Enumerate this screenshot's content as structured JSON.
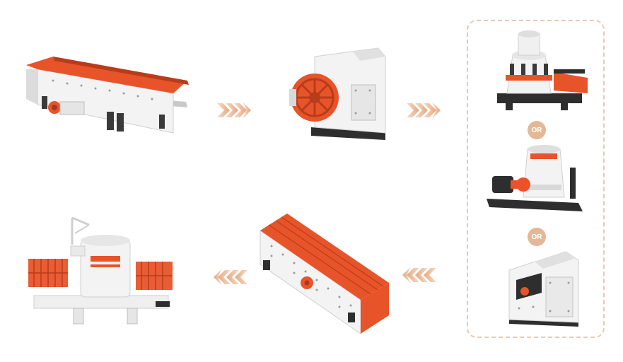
{
  "diagram": {
    "option_separator_1": "OR",
    "option_separator_2": "OR",
    "colors": {
      "accent": "#e8542a",
      "arrow": "#e6a67e",
      "dashed_border": "#e9c9b4",
      "badge": "#e4b896",
      "machine_body": "#f2f2f2",
      "machine_dark": "#2e2e2e"
    },
    "machines": [
      {
        "icon": "vibrating-feeder-icon"
      },
      {
        "icon": "jaw-crusher-icon"
      },
      {
        "icon": "cone-crusher-icon"
      },
      {
        "icon": "single-cylinder-cone-crusher-icon"
      },
      {
        "icon": "impact-crusher-icon"
      },
      {
        "icon": "vibrating-screen-icon"
      },
      {
        "icon": "sand-making-machine-icon"
      }
    ],
    "arrows": [
      "chevron-right-arrow",
      "chevron-right-arrow",
      "chevron-left-arrow",
      "chevron-left-arrow"
    ]
  }
}
